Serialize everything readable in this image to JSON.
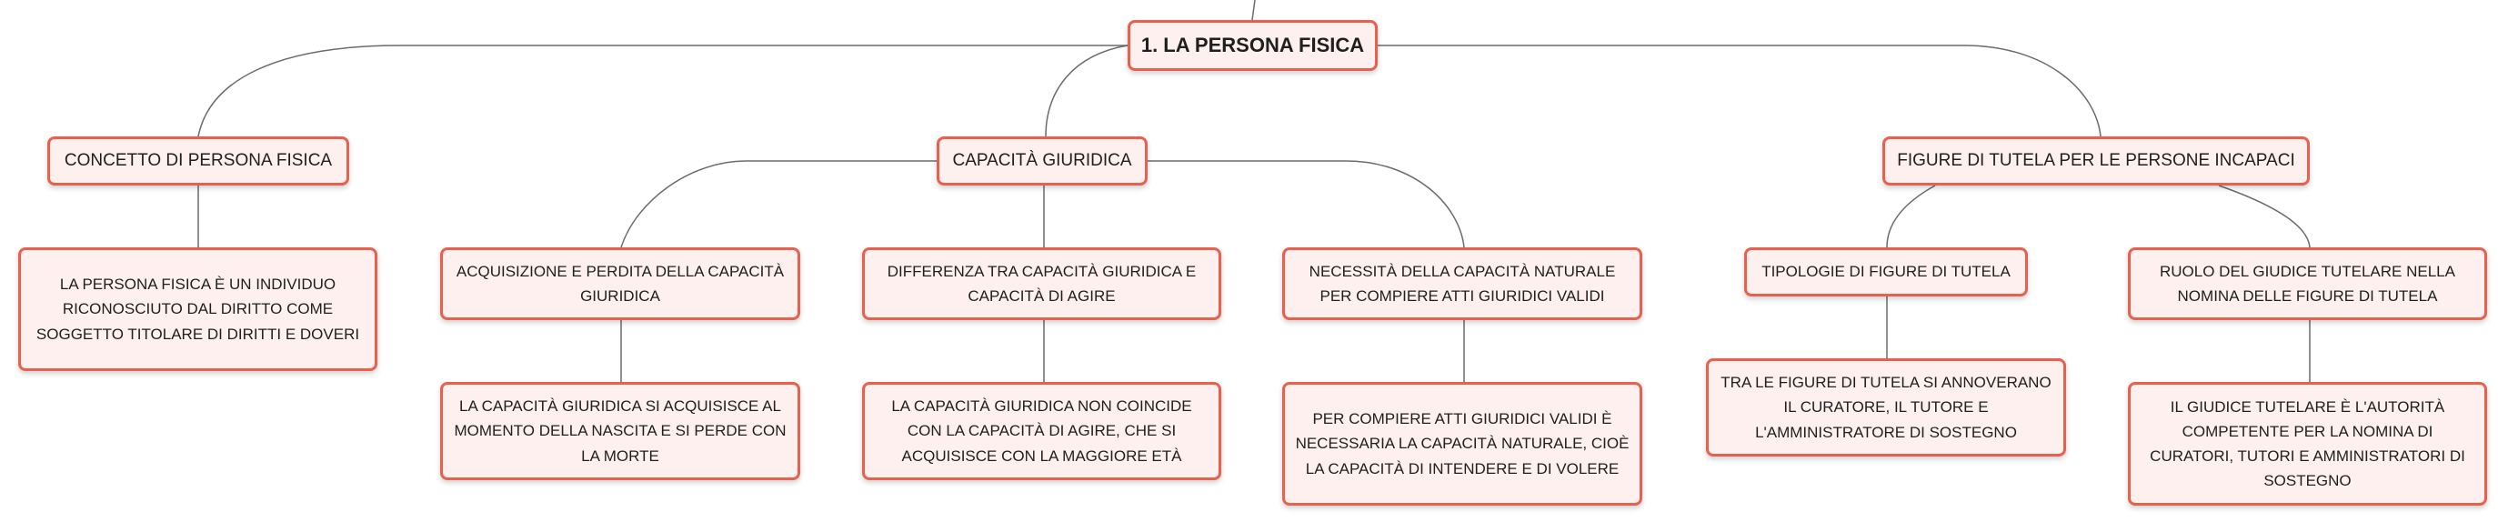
{
  "root": {
    "label": "1. LA PERSONA FISICA"
  },
  "branches": [
    {
      "label": "CONCETTO DI PERSONA FISICA",
      "detail": "LA PERSONA FISICA È UN INDIVIDUO RICONOSCIUTO DAL DIRITTO COME SOGGETTO TITOLARE DI DIRITTI E DOVERI"
    },
    {
      "label": "CAPACITÀ GIURIDICA",
      "children": [
        {
          "label": "ACQUISIZIONE E PERDITA DELLA CAPACITÀ GIURIDICA",
          "detail": "LA CAPACITÀ GIURIDICA SI ACQUISISCE AL MOMENTO DELLA NASCITA E SI PERDE CON LA MORTE"
        },
        {
          "label": "DIFFERENZA TRA CAPACITÀ GIURIDICA E CAPACITÀ DI AGIRE",
          "detail": "LA CAPACITÀ GIURIDICA NON COINCIDE CON LA CAPACITÀ DI AGIRE, CHE SI ACQUISISCE CON LA MAGGIORE ETÀ"
        },
        {
          "label": "NECESSITÀ DELLA CAPACITÀ NATURALE PER COMPIERE ATTI GIURIDICI VALIDI",
          "detail": "PER COMPIERE ATTI GIURIDICI VALIDI È NECESSARIA LA CAPACITÀ NATURALE, CIOÈ LA CAPACITÀ DI INTENDERE E DI VOLERE"
        }
      ]
    },
    {
      "label": "FIGURE DI TUTELA PER LE PERSONE INCAPACI",
      "children": [
        {
          "label": "TIPOLOGIE DI FIGURE DI TUTELA",
          "detail": "TRA LE FIGURE DI TUTELA SI ANNOVERANO IL CURATORE, IL TUTORE E L'AMMINISTRATORE DI SOSTEGNO"
        },
        {
          "label": "RUOLO DEL GIUDICE TUTELARE NELLA NOMINA DELLE FIGURE DI TUTELA",
          "detail": "IL GIUDICE TUTELARE È L'AUTORITÀ COMPETENTE PER LA NOMINA DI CURATORI, TUTORI E AMMINISTRATORI DI SOSTEGNO"
        }
      ]
    }
  ],
  "colors": {
    "border": "#e8614f",
    "fill": "#fdf0ee",
    "line": "#6b6b6b"
  }
}
